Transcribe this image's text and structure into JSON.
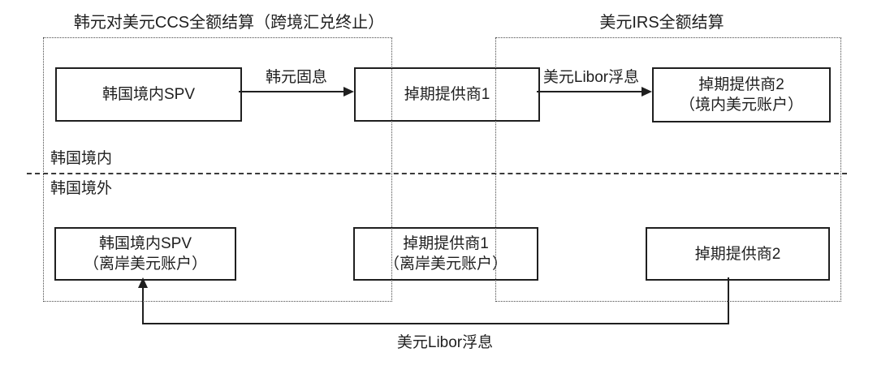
{
  "diagram": {
    "sections": {
      "ccs": {
        "title": "韩元对美元CCS全额结算（跨境汇兑终止）"
      },
      "irs": {
        "title": "美元IRS全额结算"
      }
    },
    "regions": {
      "onshore_label": "韩国境内",
      "offshore_label": "韩国境外"
    },
    "nodes": {
      "spv_onshore": {
        "line1": "韩国境内SPV"
      },
      "swap1_onshore": {
        "line1": "掉期提供商1"
      },
      "swap2_onshore": {
        "line1": "掉期提供商2",
        "line2": "（境内美元账户）"
      },
      "spv_offshore": {
        "line1": "韩国境内SPV",
        "line2": "（离岸美元账户）"
      },
      "swap1_offshore": {
        "line1": "掉期提供商1",
        "line2": "（离岸美元账户）"
      },
      "swap2_offshore": {
        "line1": "掉期提供商2"
      }
    },
    "flows": {
      "krw_fixed": {
        "label": "韩元固息"
      },
      "usd_libor_onshore": {
        "label": "美元Libor浮息"
      },
      "usd_libor_offshore": {
        "label": "美元Libor浮息"
      }
    },
    "colors": {
      "line": "#1f1f1f",
      "text": "#1f1f1f",
      "background": "#ffffff"
    }
  }
}
